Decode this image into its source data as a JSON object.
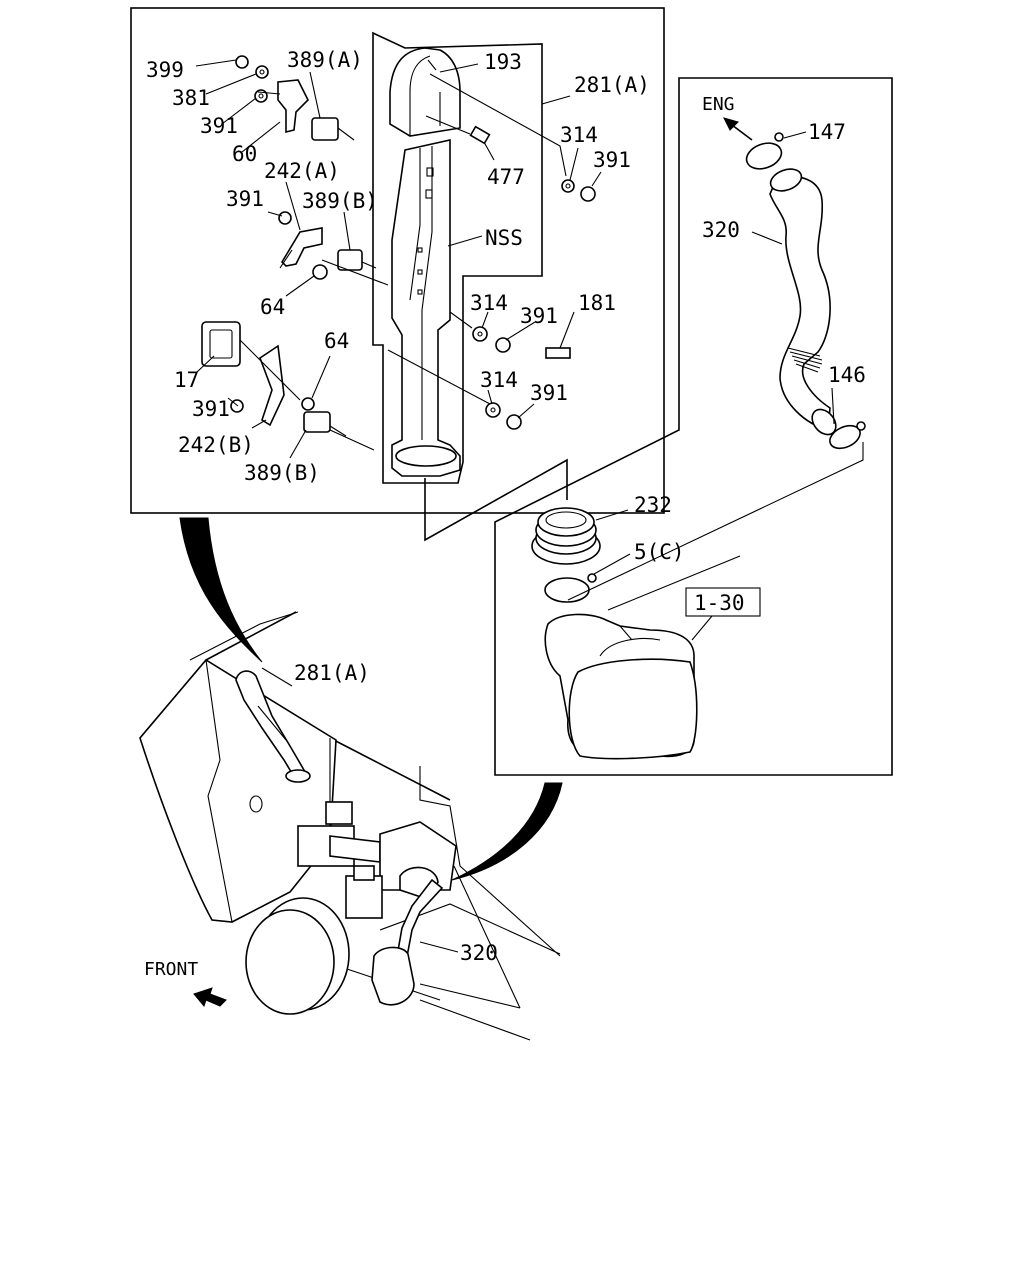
{
  "diagram": {
    "labels": {
      "l399": "399",
      "l381": "381",
      "l391a": "391",
      "l60": "60",
      "l389A": "389(A)",
      "l193": "193",
      "l281A_top": "281(A)",
      "l314a": "314",
      "l391b": "391",
      "l477": "477",
      "l242A": "242(A)",
      "l391c": "391",
      "l389B_a": "389(B)",
      "lNSS": "NSS",
      "l64a": "64",
      "l314b": "314",
      "l391d": "391",
      "l181": "181",
      "l64b": "64",
      "l17": "17",
      "l391e": "391",
      "l314c": "314",
      "l391f": "391",
      "l242B": "242(B)",
      "l389B_b": "389(B)",
      "lENG": "ENG",
      "l147": "147",
      "l320a": "320",
      "l146": "146",
      "l232": "232",
      "l5C": "5(C)",
      "l1_30": "1-30",
      "l281A_bottom": "281(A)",
      "l320b": "320",
      "lFRONT": "FRONT"
    }
  }
}
